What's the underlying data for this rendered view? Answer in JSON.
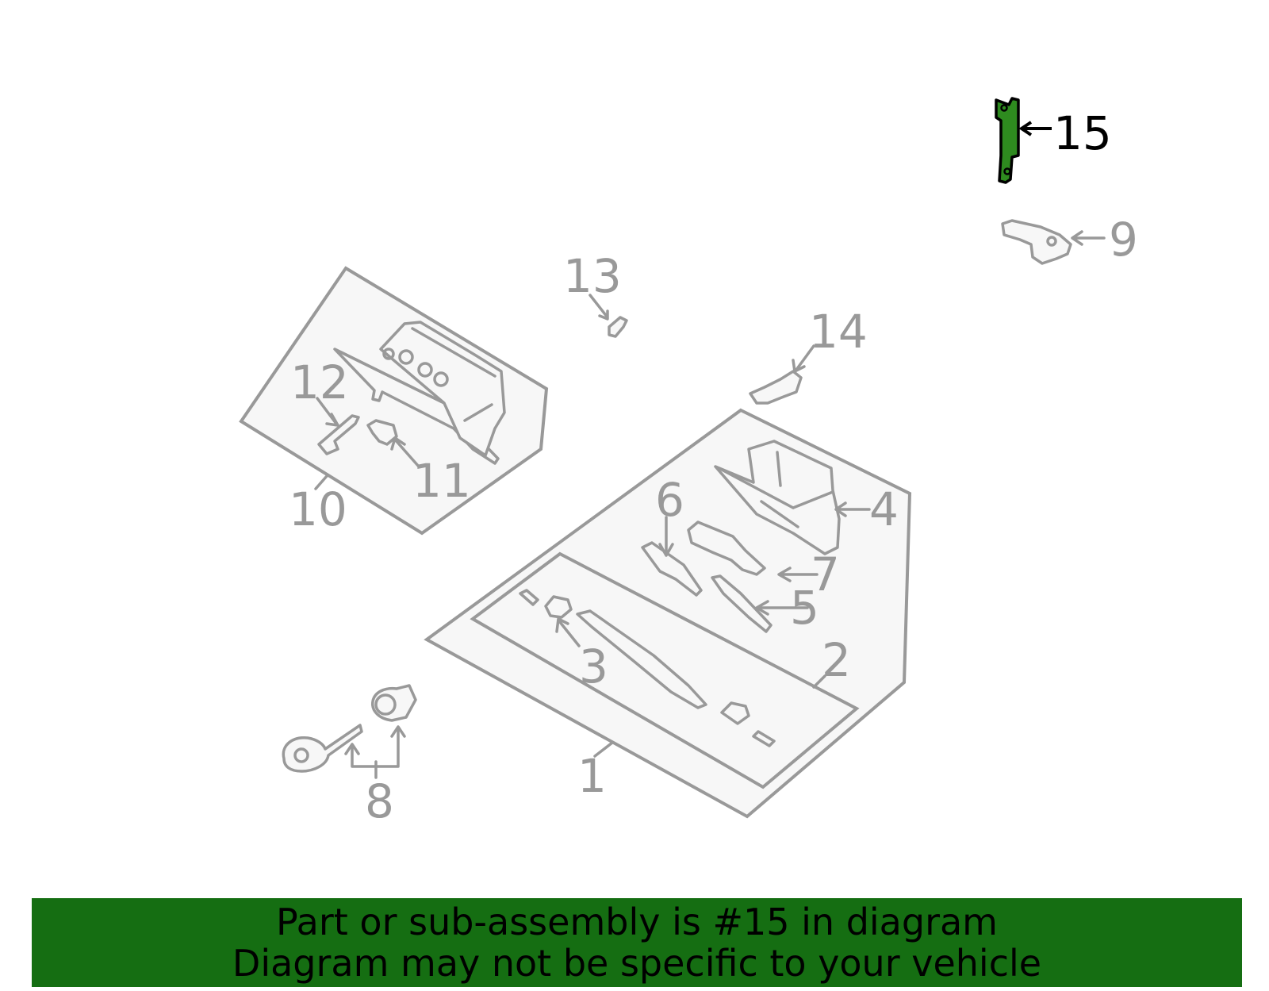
{
  "callouts": [
    {
      "id": "1",
      "label": "1"
    },
    {
      "id": "2",
      "label": "2"
    },
    {
      "id": "3",
      "label": "3"
    },
    {
      "id": "4",
      "label": "4"
    },
    {
      "id": "5",
      "label": "5"
    },
    {
      "id": "6",
      "label": "6"
    },
    {
      "id": "7",
      "label": "7"
    },
    {
      "id": "8",
      "label": "8"
    },
    {
      "id": "9",
      "label": "9"
    },
    {
      "id": "10",
      "label": "10"
    },
    {
      "id": "11",
      "label": "11"
    },
    {
      "id": "12",
      "label": "12"
    },
    {
      "id": "13",
      "label": "13"
    },
    {
      "id": "14",
      "label": "14"
    },
    {
      "id": "15",
      "label": "15"
    }
  ],
  "highlighted_part": "15",
  "colors": {
    "highlight": "#2e8b1f",
    "line": "#999999",
    "banner": "#156e12"
  },
  "banner": {
    "line1": "Part or sub-assembly is #15 in diagram",
    "line2": "Diagram may not be specific to your vehicle"
  }
}
